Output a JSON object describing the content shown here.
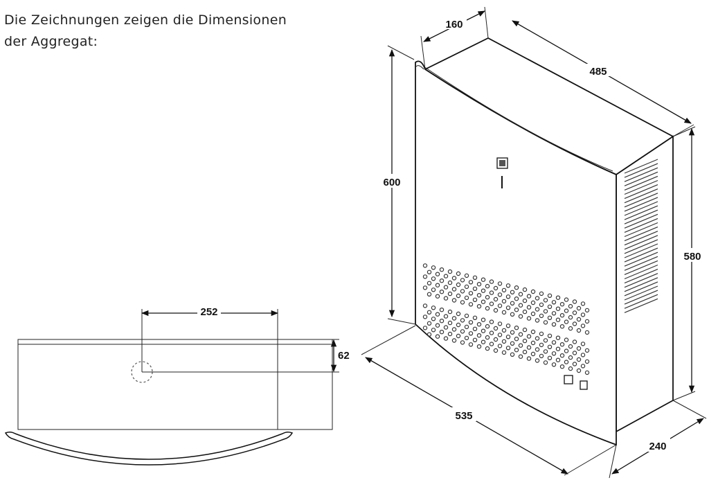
{
  "intro": {
    "line1": "Die Zeichnungen zeigen die Dimensionen",
    "line2": "der Aggregat:"
  },
  "dimensions": {
    "d160": "160",
    "d485": "485",
    "d600": "600",
    "d580": "580",
    "d535": "535",
    "d240": "240",
    "d252": "252",
    "d62": "62"
  },
  "colors": {
    "line": "#111111",
    "background": "#ffffff"
  }
}
